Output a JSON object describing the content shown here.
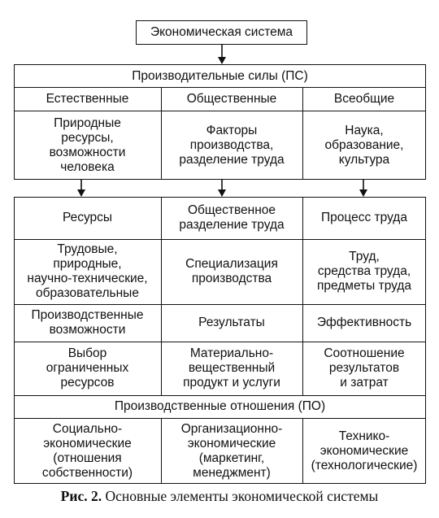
{
  "title": "Экономическая система",
  "top": {
    "header": "Производительные силы (ПС)",
    "col_heads": [
      "Естественные",
      "Общественные",
      "Всеобщие"
    ],
    "details": [
      "Природные\nресурсы,\nвозможности\nчеловека",
      "Факторы\nпроизводства,\nразделение труда",
      "Наука,\nобразование,\nкультура"
    ]
  },
  "bottom": {
    "rows": [
      [
        "Ресурсы",
        "Общественное\nразделение труда",
        "Процесс труда"
      ],
      [
        "Трудовые,\nприродные,\nнаучно-технические,\nобразовательные",
        "Специализация\nпроизводства",
        "Труд,\nсредства труда,\nпредметы труда"
      ],
      [
        "Производственные\nвозможности",
        "Результаты",
        "Эффективность"
      ],
      [
        "Выбор\nограниченных\nресурсов",
        "Материально-\nвещественный\nпродукт и услуги",
        "Соотношение\nрезультатов\nи затрат"
      ]
    ],
    "header": "Производственные отношения (ПО)",
    "last_row": [
      "Социально-\nэкономические\n(отношения\nсобственности)",
      "Организационно-\nэкономические\n(маркетинг,\nменеджмент)",
      "Технико-\nэкономические\n(технологические)"
    ]
  },
  "caption": {
    "label": "Рис. 2.",
    "text": " Основные элементы экономической системы"
  }
}
